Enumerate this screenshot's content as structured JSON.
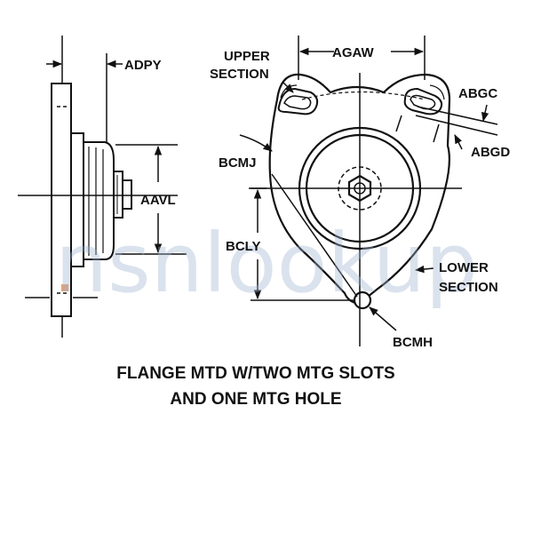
{
  "labels": {
    "adpy": "ADPY",
    "agaw": "AGAW",
    "upper_section_1": "UPPER",
    "upper_section_2": "SECTION",
    "abgc": "ABGC",
    "abgd": "ABGD",
    "bcmj": "BCMJ",
    "aavl": "AAVL",
    "bcly": "BCLY",
    "lower_section_1": "LOWER",
    "lower_section_2": "SECTION",
    "bcmh": "BCMH"
  },
  "caption": {
    "line1": "FLANGE MTD W/TWO MTG SLOTS",
    "line2": "AND ONE MTG HOLE"
  },
  "watermark": "nsnlookup",
  "colors": {
    "ink": "#111111",
    "watermark": "#9fb4d0",
    "accent_dot": "#e8a070"
  }
}
